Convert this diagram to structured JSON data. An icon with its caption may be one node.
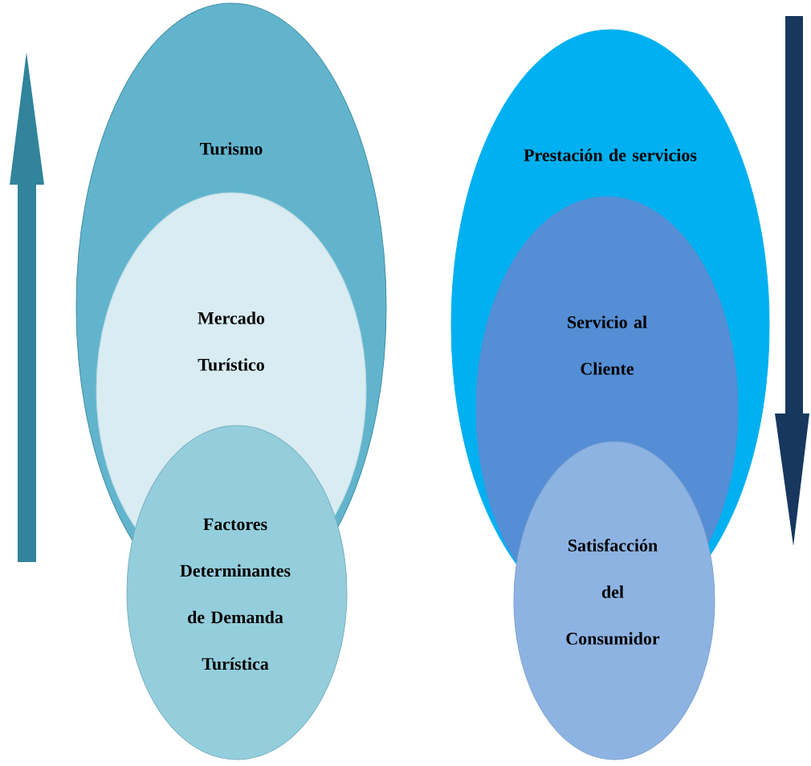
{
  "diagram": {
    "nodes": [
      {
        "text": [
          "Turismo"
        ]
      },
      {
        "text": [
          "Mercado Turístico"
        ],
        "in": 0
      },
      {
        "text": [
          "Factores Determinantes de Demanda Turística"
        ]
      },
      {
        "text": [
          "Prestación de servicios"
        ]
      },
      {
        "text": [
          "Servicio al Cliente"
        ],
        "in": 3
      },
      {
        "text": [
          "Satisfacción del Consumidor"
        ]
      }
    ]
  }
}
